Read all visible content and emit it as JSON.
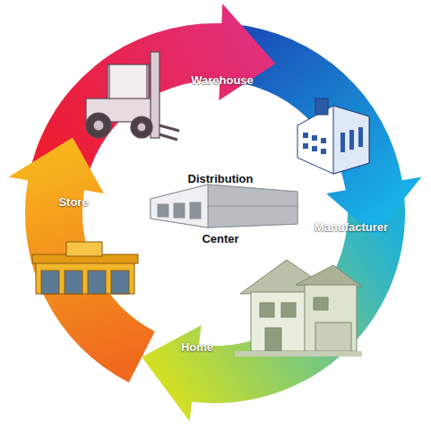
{
  "diagram": {
    "nodes": [
      {
        "text": [
          "Warehouse"
        ]
      },
      {
        "text": [
          "Manufacturer"
        ]
      },
      {
        "text": [
          "Home"
        ]
      },
      {
        "text": [
          "Store"
        ]
      },
      {
        "text": [
          "Distribution",
          "Center"
        ]
      }
    ]
  }
}
